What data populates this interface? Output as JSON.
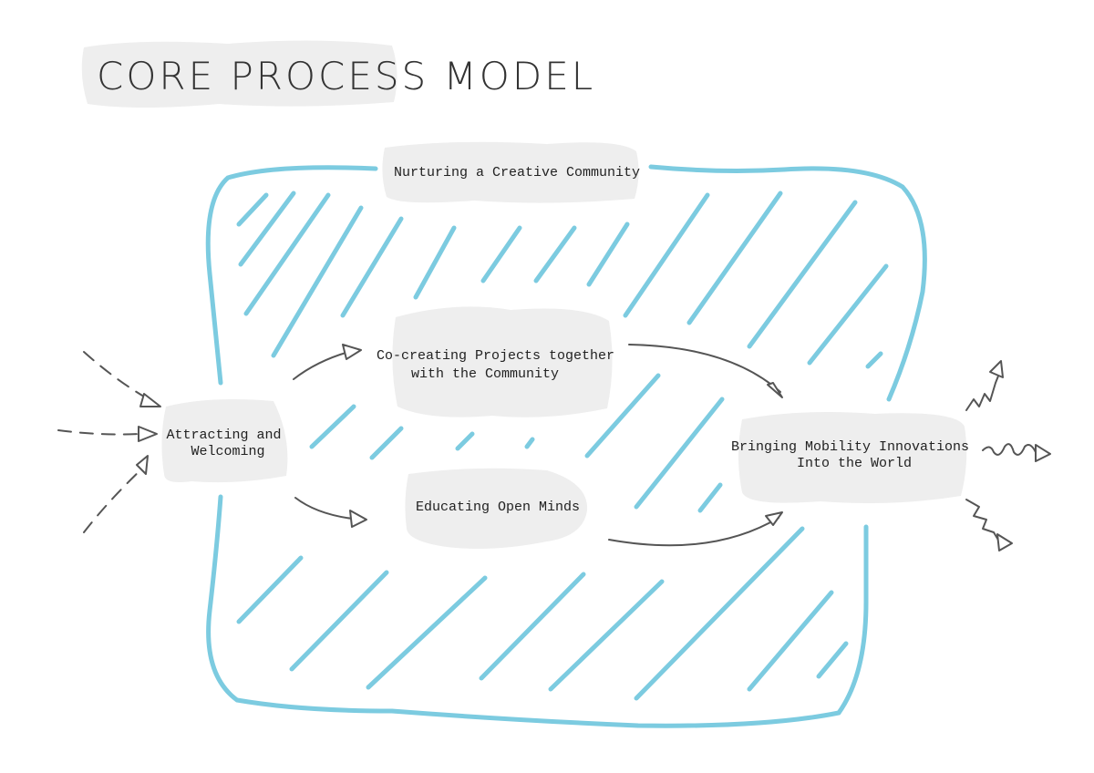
{
  "title": "CORE PROCESS MODEL",
  "nodes": {
    "nurturing": [
      "Nurturing a Creative Community"
    ],
    "cocreating": [
      "Co-creating Projects together",
      "with the Community"
    ],
    "attracting": [
      "Attracting and",
      "Welcoming"
    ],
    "educating": [
      "Educating Open Minds"
    ],
    "bringing": [
      "Bringing Mobility Innovations",
      "Into the World"
    ]
  },
  "colors": {
    "blob": "#7ccbe0",
    "arrow": "#555555",
    "label_bg": "#eeeeee",
    "text": "#222222"
  }
}
